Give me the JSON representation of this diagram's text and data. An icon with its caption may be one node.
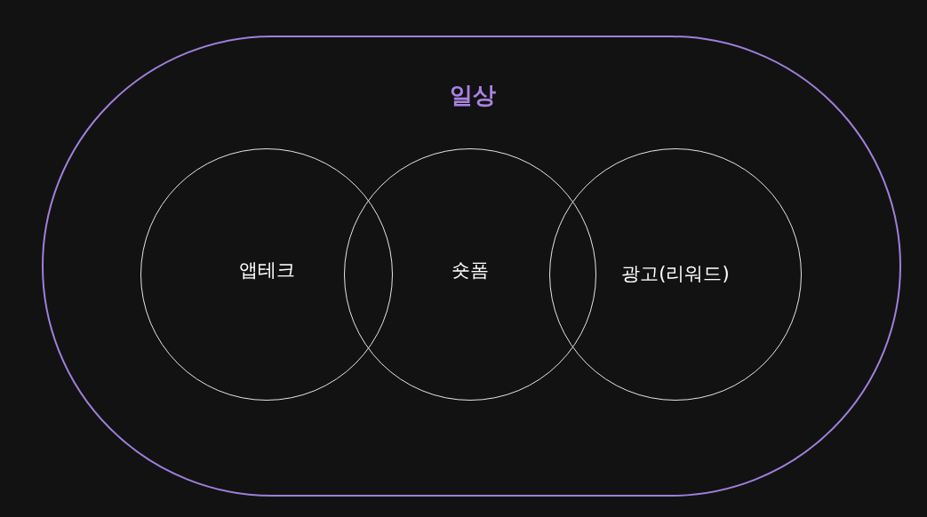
{
  "diagram": {
    "nodes": [
      {
        "text": [
          "일상"
        ]
      },
      {
        "text": [
          "앱테크"
        ],
        "in": 0
      },
      {
        "text": [
          "숏폼"
        ],
        "in": 0
      },
      {
        "text": [
          "광고(리워드)"
        ],
        "in": 0
      }
    ]
  }
}
